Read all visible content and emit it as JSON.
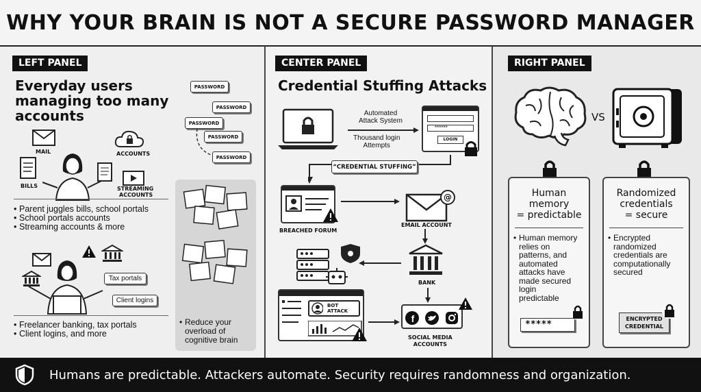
{
  "title": "WHY YOUR BRAIN IS NOT A SECURE PASSWORD MANAGER",
  "left": {
    "tag": "LEFT PANEL",
    "heading_lines": [
      "Everyday users",
      "managing too many",
      "accounts"
    ],
    "icons": {
      "mail": "MAIL",
      "accounts": "ACCOUNTS",
      "bills": "BILLS",
      "streaming_line1": "STREAMING",
      "streaming_line2": "ACCOUNTS"
    },
    "password_labels": [
      "PASSWORD",
      "PASSWORD",
      "PASSWORD",
      "PASSWORD",
      "PASSWORD"
    ],
    "bullets1": [
      "Parent juggles bills, school portals",
      "School portals accounts",
      "Streaming accounts & more"
    ],
    "tax_portals": "Tax portals",
    "client_logins": "Client logins",
    "bullets2": [
      "Freelancer banking, tax portals",
      "Client logins, and more"
    ],
    "reduce_lines": [
      "Reduce your",
      "overload of",
      "cognitive brain"
    ]
  },
  "center": {
    "tag": "CENTER PANEL",
    "heading": "Credential Stuffing Attacks",
    "automated_lines": [
      "Automated",
      "Attack System"
    ],
    "thousand_lines": [
      "Thousand login",
      "Attempts"
    ],
    "login_dots": "******",
    "login_button": "LOGIN",
    "stuffing_label": "“CREDENTIAL STUFFING”",
    "breached_forum": "BREACHED FORUM",
    "email_account": "EMAIL ACCOUNT",
    "bank": "BANK",
    "bot_attack": "BOT ATTACK",
    "social_lines": [
      "SOCIAL MEDIA",
      "ACCOUNTS"
    ]
  },
  "right": {
    "tag": "RIGHT PANEL",
    "vs": "VS",
    "card1_title_lines": [
      "Human",
      "memory",
      "= predictable"
    ],
    "card1_bullet_lines": [
      "Human memory",
      "relies on",
      "patterns, and",
      "automated",
      "attacks have",
      "made secured",
      "login",
      "predictable"
    ],
    "card1_field": "*****",
    "card2_title_lines": [
      "Randomized",
      "credentials",
      "= secure"
    ],
    "card2_bullet_lines": [
      "Encrypted",
      "randomized",
      "credentials are",
      "computationally",
      "secured"
    ],
    "card2_badge_lines": [
      "ENCRYPTED",
      "CREDENTIAL"
    ]
  },
  "footer": "Humans are predictable. Attackers automate. Security requires randomness and organization.",
  "icon_names": [
    "envelope-icon",
    "cloud-icon",
    "document-icon",
    "play-icon",
    "person-icon",
    "warning-icon",
    "bank-icon",
    "laptop-icon",
    "lock-icon",
    "server-icon",
    "bug-icon",
    "robot-icon",
    "brain-icon",
    "safe-icon",
    "shield-icon",
    "facebook-icon",
    "twitter-icon",
    "instagram-icon",
    "at-icon"
  ]
}
